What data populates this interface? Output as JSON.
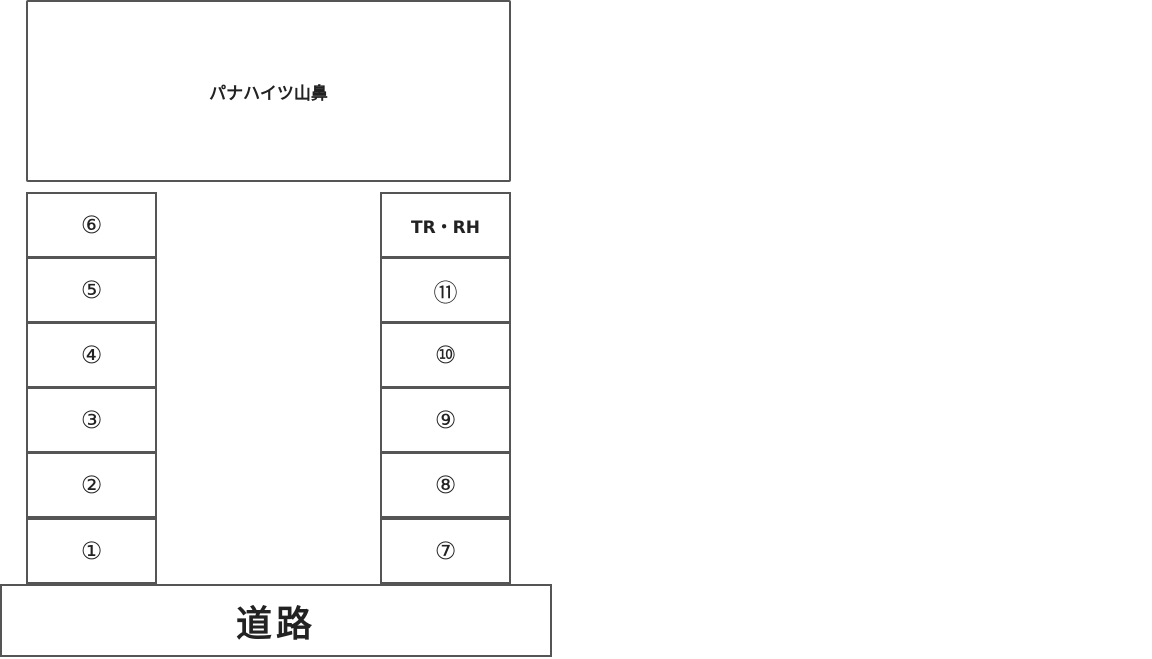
{
  "building": {
    "label": "パナハイツ山鼻"
  },
  "left_column": [
    {
      "label": "⑥"
    },
    {
      "label": "⑤"
    },
    {
      "label": "④"
    },
    {
      "label": "③"
    },
    {
      "label": "②"
    },
    {
      "label": "①"
    }
  ],
  "right_column": [
    {
      "label": "TR・RH"
    },
    {
      "label": "⑪"
    },
    {
      "label": "⑩"
    },
    {
      "label": "⑨"
    },
    {
      "label": "⑧"
    },
    {
      "label": "⑦"
    }
  ],
  "road": {
    "label": "道路"
  }
}
